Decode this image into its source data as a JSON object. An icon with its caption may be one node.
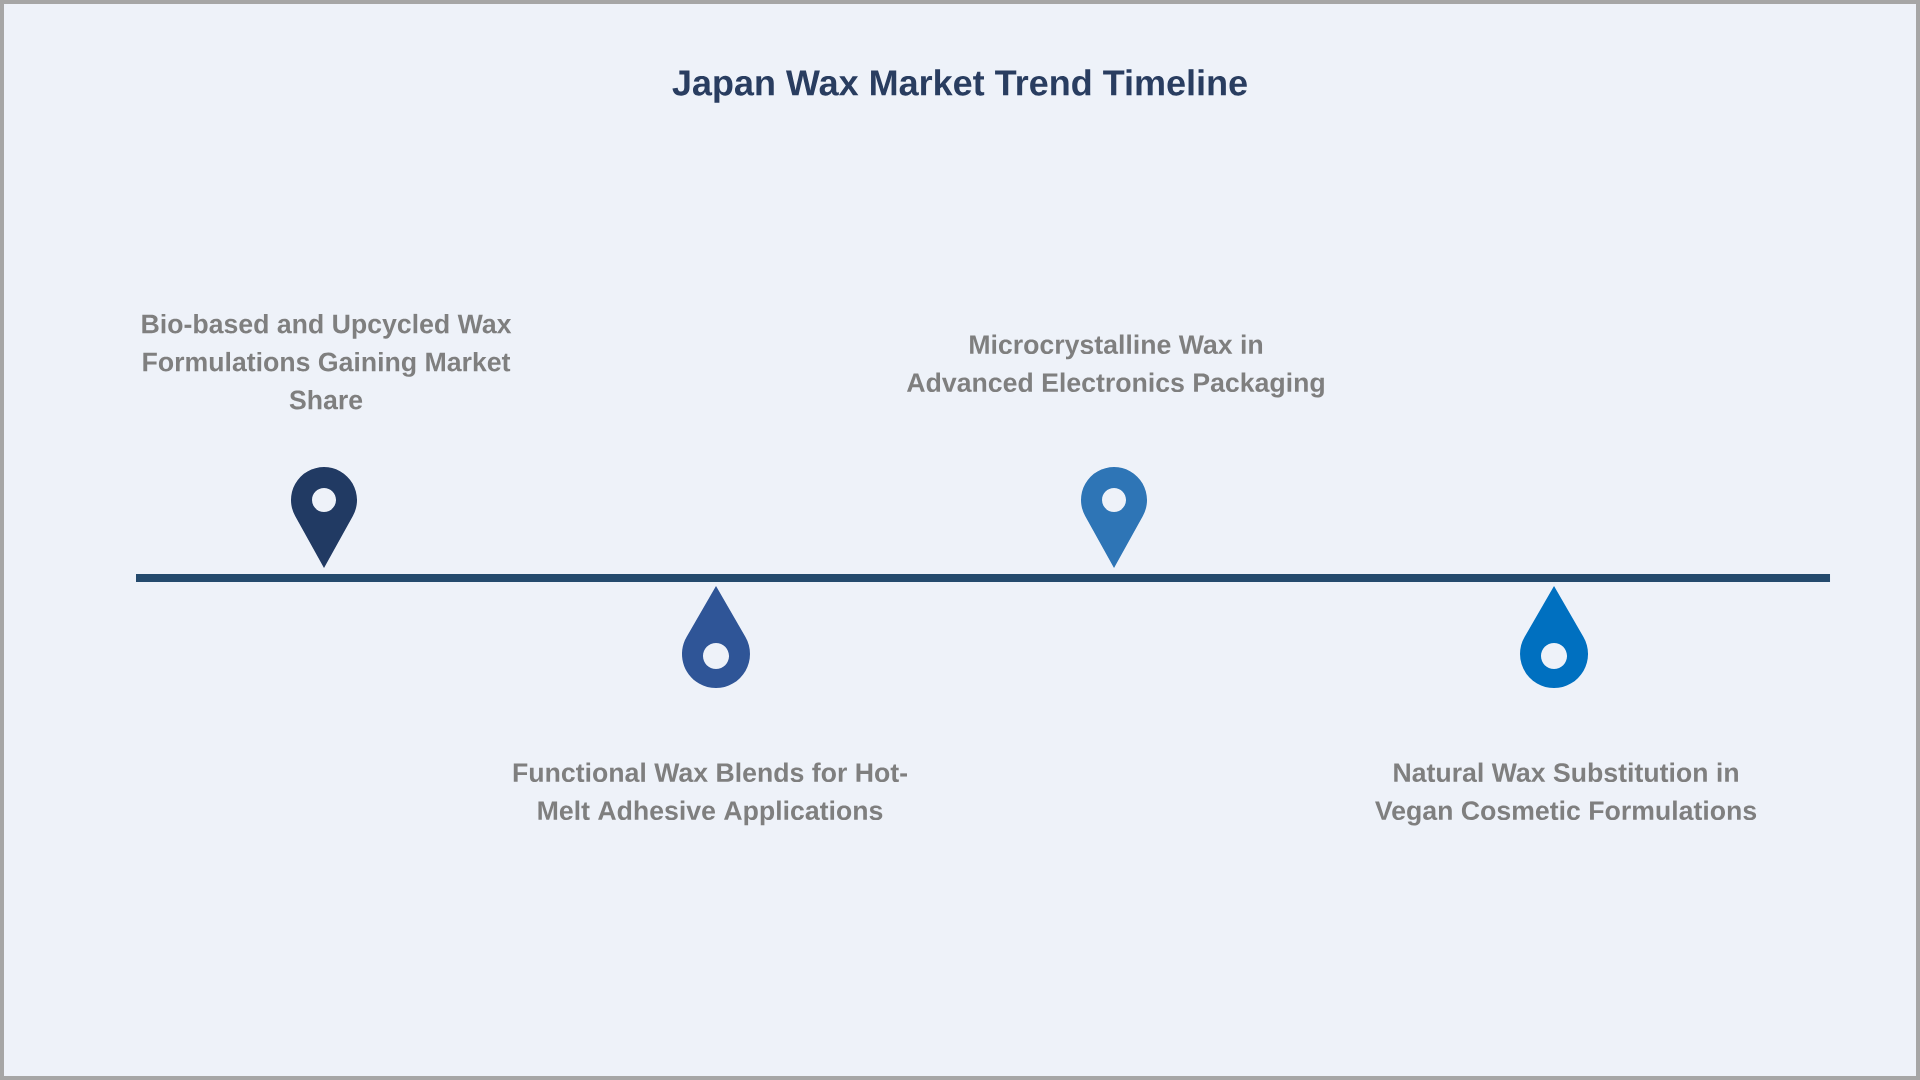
{
  "diagram": {
    "title": "Japan Wax Market Trend Timeline",
    "nodes": [
      {
        "text": [],
        "shape": "pin",
        "beside": [
          "Bio-based and Upcycled Wax Formulations Gaining Market Share"
        ]
      },
      {
        "text": [],
        "shape": "drop",
        "beside": [
          "Functional Wax Blends for Hot-Melt Adhesive Applications"
        ]
      },
      {
        "text": [],
        "shape": "pin",
        "beside": [
          "Microcrystalline Wax in Advanced Electronics Packaging"
        ]
      },
      {
        "text": [],
        "shape": "drop",
        "beside": [
          "Natural Wax Substitution in Vegan Cosmetic Formulations"
        ]
      }
    ]
  }
}
